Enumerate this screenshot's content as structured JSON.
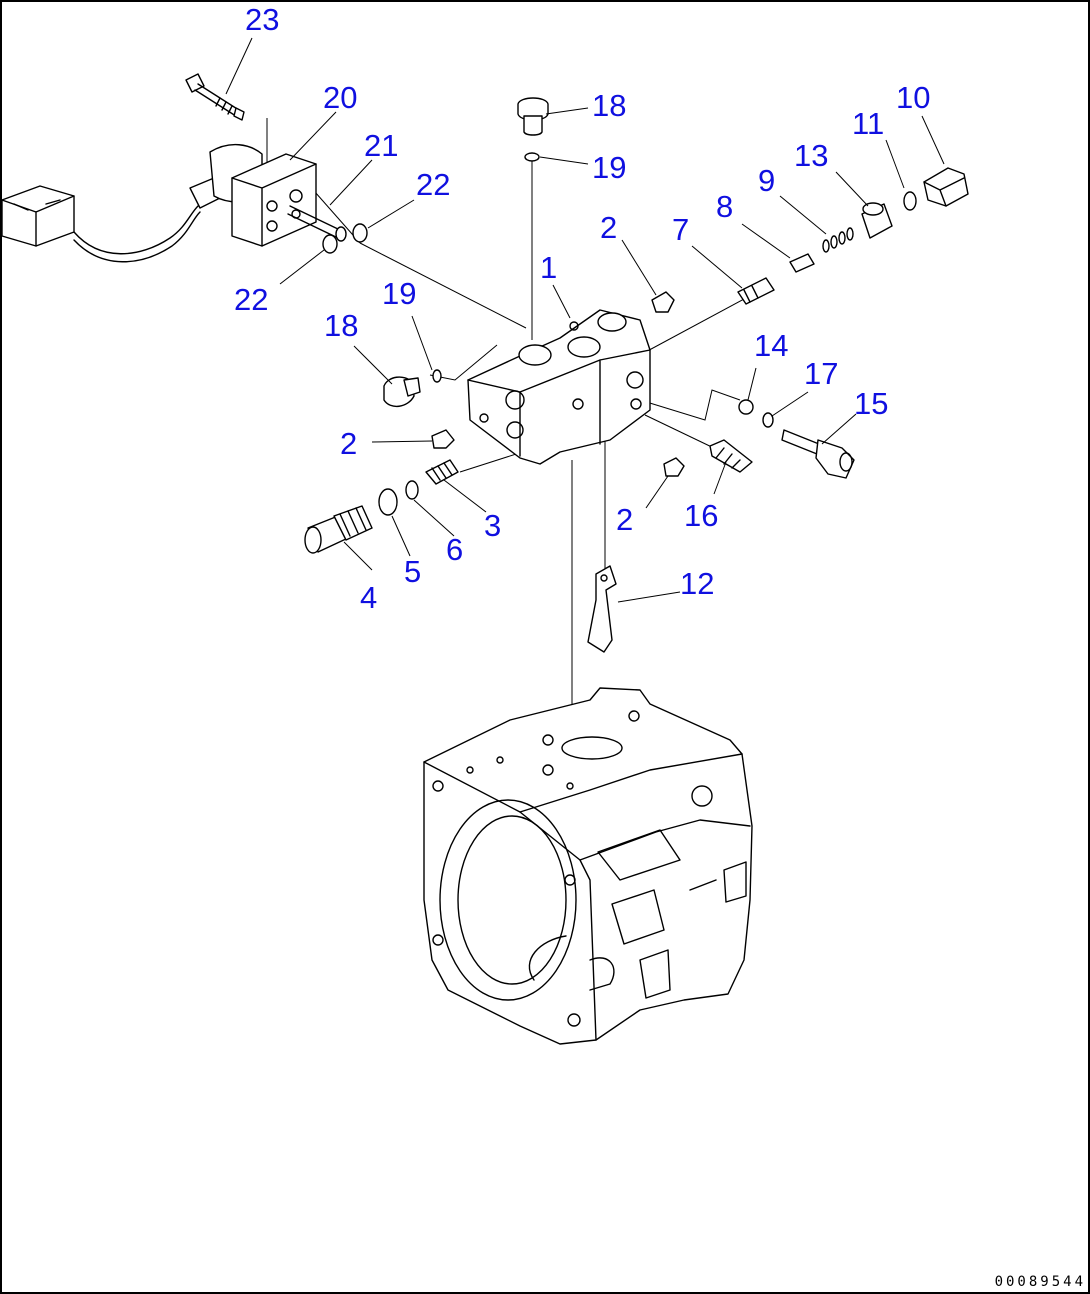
{
  "callouts": [
    {
      "id": "c1",
      "text": "1"
    },
    {
      "id": "c2a",
      "text": "2"
    },
    {
      "id": "c2b",
      "text": "2"
    },
    {
      "id": "c2c",
      "text": "2"
    },
    {
      "id": "c3",
      "text": "3"
    },
    {
      "id": "c4",
      "text": "4"
    },
    {
      "id": "c5",
      "text": "5"
    },
    {
      "id": "c6",
      "text": "6"
    },
    {
      "id": "c7",
      "text": "7"
    },
    {
      "id": "c8",
      "text": "8"
    },
    {
      "id": "c9",
      "text": "9"
    },
    {
      "id": "c10",
      "text": "10"
    },
    {
      "id": "c11",
      "text": "11"
    },
    {
      "id": "c12",
      "text": "12"
    },
    {
      "id": "c13",
      "text": "13"
    },
    {
      "id": "c14",
      "text": "14"
    },
    {
      "id": "c15",
      "text": "15"
    },
    {
      "id": "c16",
      "text": "16"
    },
    {
      "id": "c17",
      "text": "17"
    },
    {
      "id": "c18a",
      "text": "18"
    },
    {
      "id": "c18b",
      "text": "18"
    },
    {
      "id": "c19a",
      "text": "19"
    },
    {
      "id": "c19b",
      "text": "19"
    },
    {
      "id": "c20",
      "text": "20"
    },
    {
      "id": "c21",
      "text": "21"
    },
    {
      "id": "c22a",
      "text": "22"
    },
    {
      "id": "c22b",
      "text": "22"
    },
    {
      "id": "c23",
      "text": "23"
    }
  ],
  "document_number": "00089544",
  "colors": {
    "callout": "#1010e0",
    "line": "#000000",
    "background": "#ffffff"
  }
}
